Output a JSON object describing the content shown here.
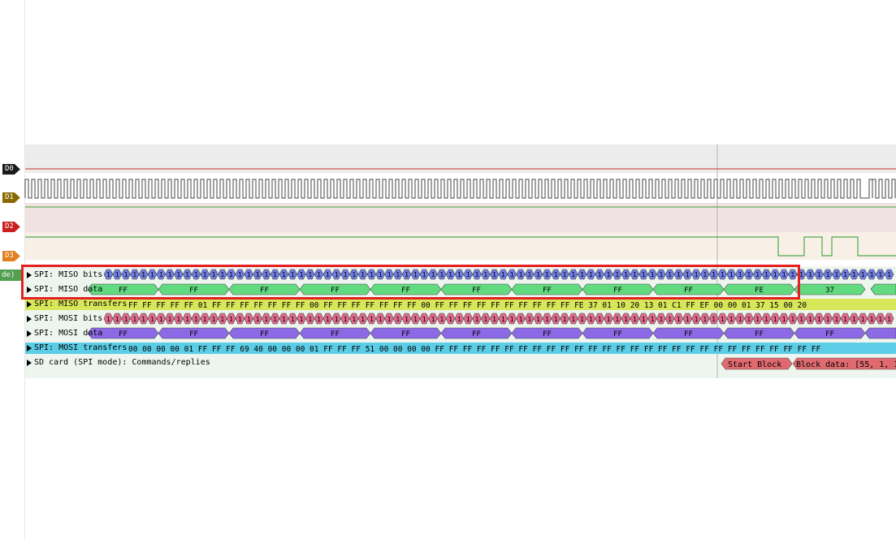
{
  "channels": [
    {
      "label": "D0",
      "color": "#1a1a1a"
    },
    {
      "label": "D1",
      "color": "#8a6a00"
    },
    {
      "label": "D2",
      "color": "#cc2020"
    },
    {
      "label": "D3",
      "color": "#e08020"
    }
  ],
  "decoder_tag": "de)",
  "rows": {
    "miso_bits": {
      "label": "SPI: MISO bits",
      "color": "#6f7ce0",
      "value": "1"
    },
    "miso_data": {
      "label": "SPI: MISO data",
      "color": "#62db80",
      "values": [
        "FF",
        "FF",
        "FF",
        "FF",
        "FF",
        "FF",
        "FF",
        "FF",
        "FF",
        "FE",
        "37"
      ]
    },
    "miso_transfers": {
      "label": "SPI: MISO transfers",
      "color": "#d8e65a",
      "text": "FF FF FF FF FF 01 FF FF FF FF FF FF FF 00 FF FF FF FF FF FF FF 00 FF FF FF FF FF FF FF FF FF FF FE 37 01 10 20 13 01 C1 FF EF 00 00 01 37 15 00 20"
    },
    "mosi_bits": {
      "label": "SPI: MOSI bits",
      "color": "#e06a90",
      "value": "1"
    },
    "mosi_data": {
      "label": "SPI: MOSI data",
      "color": "#8c6ae6",
      "values": [
        "FF",
        "FF",
        "FF",
        "FF",
        "FF",
        "FF",
        "FF",
        "FF",
        "FF",
        "FF",
        "FF"
      ]
    },
    "mosi_transfers": {
      "label": "SPI: MOSI transfers",
      "color": "#5ccde6",
      "text": "00 00 00 00 01 FF FF FF 69 40 00 00 00 01 FF FF FF 51 00 00 00 00 FF FF FF FF FF FF FF FF FF FF FF FF FF FF FF FF FF FF FF FF FF FF FF FF FF FF FF FF"
    },
    "sd_card": {
      "label": "SD card (SPI mode): Commands/replies",
      "annotations": [
        {
          "text": "Start Block",
          "color": "#e06a70"
        },
        {
          "text": "Block data: [55, 1, 1",
          "color": "#e06a70"
        }
      ]
    }
  }
}
